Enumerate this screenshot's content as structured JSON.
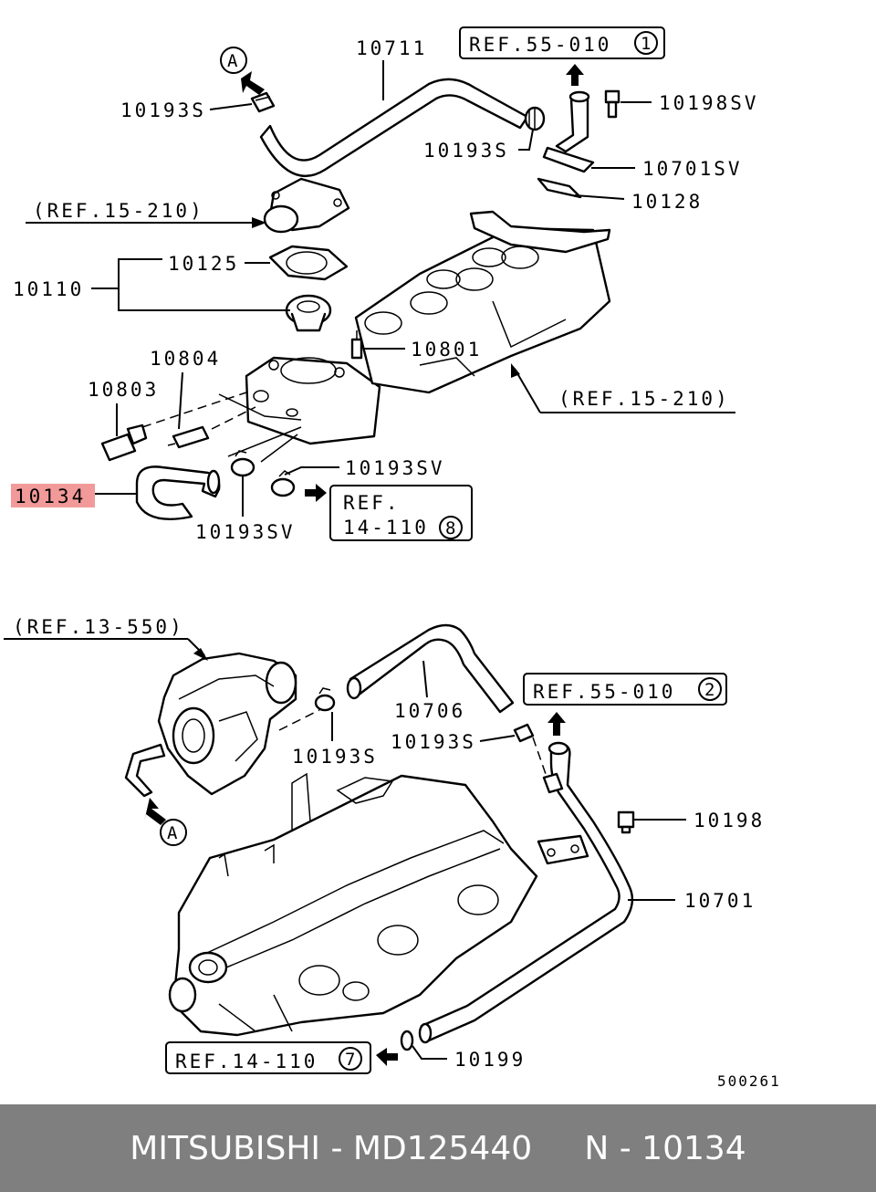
{
  "labels": {
    "p10711": "10711",
    "ref55_1": "REF.55-010",
    "ref55_1_num": "1",
    "p10193s_a": "10193S",
    "p10198sv": "10198SV",
    "p10193s_b": "10193S",
    "p10701sv": "10701SV",
    "ref15_210_a": "(REF.15-210)",
    "p10128": "10128",
    "p10125": "10125",
    "p10110": "10110",
    "p10801": "10801",
    "p10804": "10804",
    "ref15_210_b": "(REF.15-210)",
    "p10803": "10803",
    "p10134": "10134",
    "p10193sv_a": "10193SV",
    "ref14_8_line1": "REF.",
    "ref14_8_line2": "14-110",
    "ref14_8_num": "8",
    "p10193sv_b": "10193SV",
    "circle_a_top": "A",
    "ref13_550": "(REF.13-550)",
    "p10706": "10706",
    "ref55_2": "REF.55-010",
    "ref55_2_num": "2",
    "p10193s_c": "10193S",
    "p10193s_d": "10193S",
    "p10198": "10198",
    "circle_a_bottom": "A",
    "p10701": "10701",
    "ref14_7": "REF.14-110",
    "ref14_7_num": "7",
    "p10199": "10199",
    "diagram_code": "500261"
  },
  "footer": {
    "brand": "MITSUBISHI",
    "separator": " - ",
    "part_number": "MD125440",
    "gap": "     ",
    "ref_prefix": "N - ",
    "ref_number": "10134"
  },
  "colors": {
    "highlight": "#f29a9a",
    "footer_bg": "#7f7f7f",
    "footer_text": "#ffffff"
  }
}
